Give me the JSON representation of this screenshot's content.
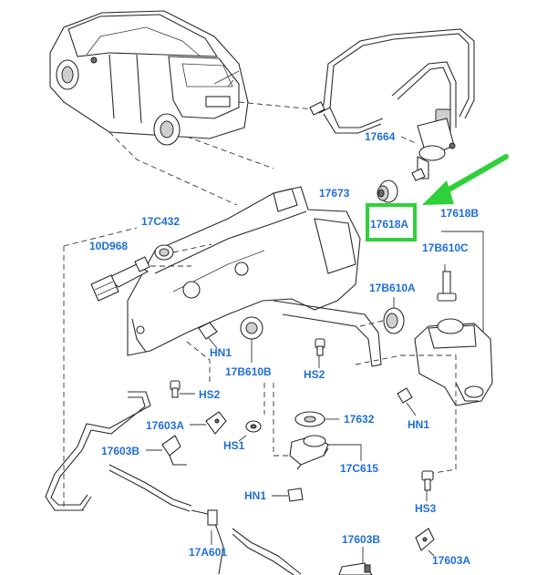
{
  "labels": {
    "p17664": "17664",
    "p17673": "17673",
    "p17618A": "17618A",
    "p17618B": "17618B",
    "p17C432": "17C432",
    "p10D968": "10D968",
    "p17B610C": "17B610C",
    "p17B610A": "17B610A",
    "hn1_a": "HN1",
    "p17B610B": "17B610B",
    "hs2_b": "HS2",
    "hs2_a": "HS2",
    "hn1_b": "HN1",
    "p17632": "17632",
    "p17603A_a": "17603A",
    "hs1": "HS1",
    "p17603B_a": "17603B",
    "p17C615": "17C615",
    "hn1_c": "HN1",
    "hs3": "HS3",
    "p17A601": "17A601",
    "p17603B_b": "17603B",
    "p17603A_b": "17603A"
  },
  "colors": {
    "label": "#1e6fd8",
    "highlight": "#2fd13a",
    "line": "#2a2a2a"
  }
}
